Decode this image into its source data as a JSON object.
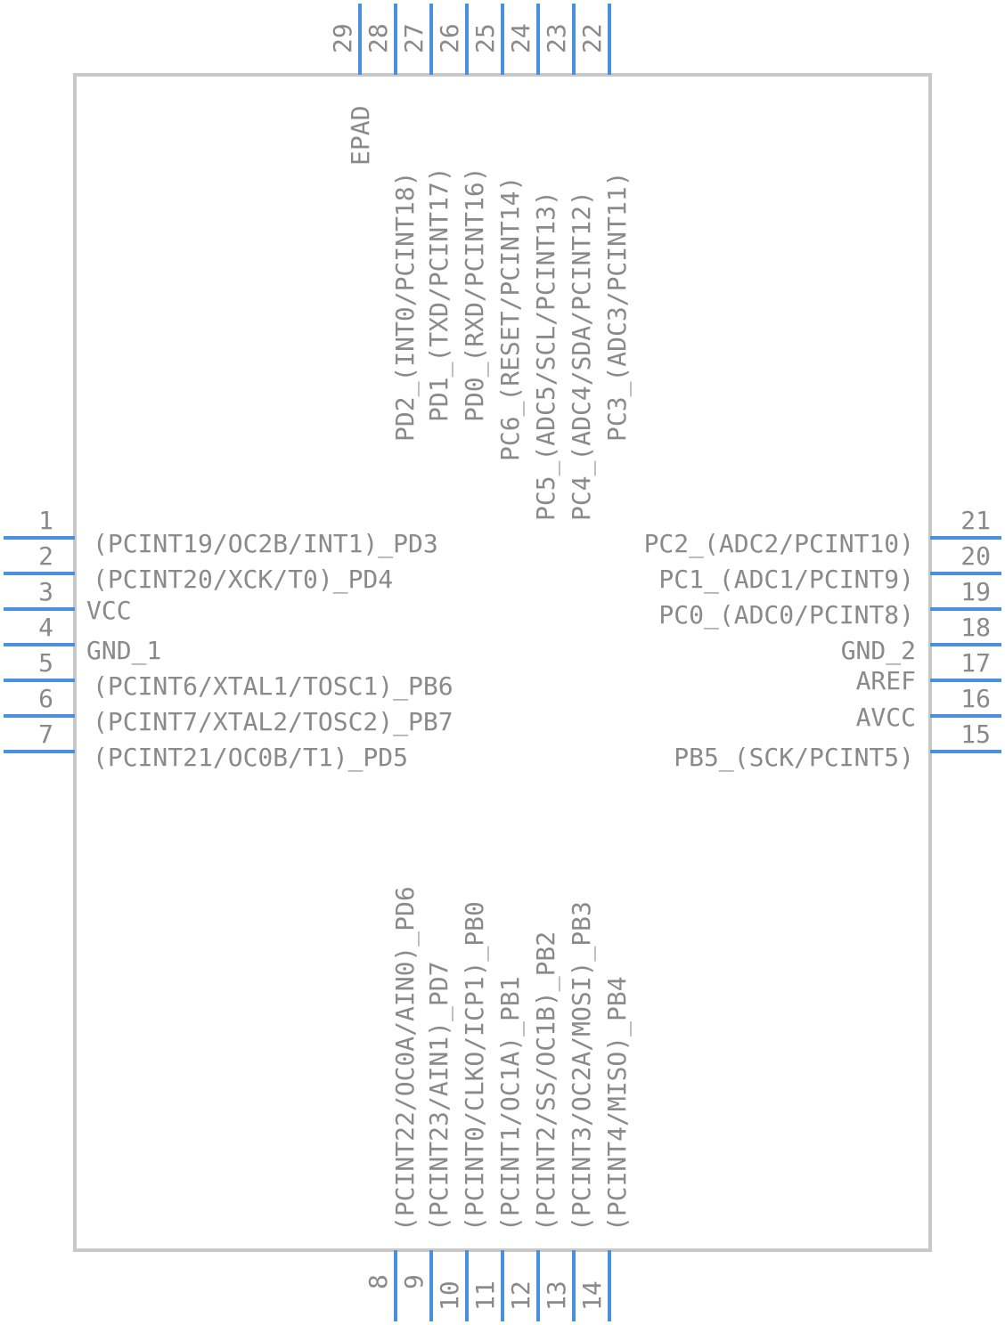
{
  "colors": {
    "pin": "#4a90e2",
    "body_outline": "#c8c8c8",
    "text": "#8a8a8a"
  },
  "pins": {
    "left": [
      {
        "num": "1",
        "name": "(PCINT19/OC2B/INT1)_PD3"
      },
      {
        "num": "2",
        "name": "(PCINT20/XCK/T0)_PD4"
      },
      {
        "num": "3",
        "name": "VCC"
      },
      {
        "num": "4",
        "name": "GND_1"
      },
      {
        "num": "5",
        "name": "(PCINT6/XTAL1/TOSC1)_PB6"
      },
      {
        "num": "6",
        "name": "(PCINT7/XTAL2/TOSC2)_PB7"
      },
      {
        "num": "7",
        "name": "(PCINT21/OC0B/T1)_PD5"
      }
    ],
    "right": [
      {
        "num": "21",
        "name": "PC2_(ADC2/PCINT10)"
      },
      {
        "num": "20",
        "name": "PC1_(ADC1/PCINT9)"
      },
      {
        "num": "19",
        "name": "PC0_(ADC0/PCINT8)"
      },
      {
        "num": "18",
        "name": "GND_2"
      },
      {
        "num": "17",
        "name": "AREF"
      },
      {
        "num": "16",
        "name": "AVCC"
      },
      {
        "num": "15",
        "name": "PB5_(SCK/PCINT5)"
      }
    ],
    "top": [
      {
        "num": "29",
        "name": "EPAD"
      },
      {
        "num": "28",
        "name": "PD2_(INT0/PCINT18)"
      },
      {
        "num": "27",
        "name": "PD1_(TXD/PCINT17)"
      },
      {
        "num": "26",
        "name": "PD0_(RXD/PCINT16)"
      },
      {
        "num": "25",
        "name": "PC6_(RESET/PCINT14)"
      },
      {
        "num": "24",
        "name": "PC5_(ADC5/SCL/PCINT13)"
      },
      {
        "num": "23",
        "name": "PC4_(ADC4/SDA/PCINT12)"
      },
      {
        "num": "22",
        "name": "PC3_(ADC3/PCINT11)"
      }
    ],
    "bottom": [
      {
        "num": "8",
        "name": "(PCINT22/OC0A/AIN0)_PD6"
      },
      {
        "num": "9",
        "name": "(PCINT23/AIN1)_PD7"
      },
      {
        "num": "10",
        "name": "(PCINT0/CLKO/ICP1)_PB0"
      },
      {
        "num": "11",
        "name": "(PCINT1/OC1A)_PB1"
      },
      {
        "num": "12",
        "name": "(PCINT2/SS/OC1B)_PB2"
      },
      {
        "num": "13",
        "name": "(PCINT3/OC2A/MOSI)_PB3"
      },
      {
        "num": "14",
        "name": "(PCINT4/MISO)_PB4"
      }
    ]
  }
}
